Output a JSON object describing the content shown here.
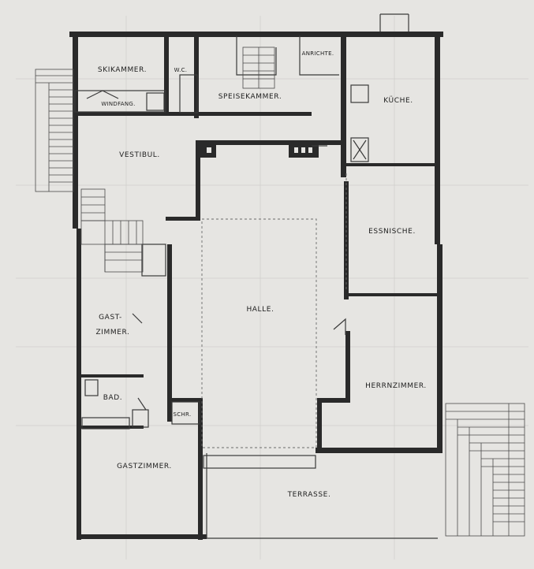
{
  "rooms": {
    "skikammer": "SKIKAMMER.",
    "wc": "W.C.",
    "speisekammer": "SPEISEKAMMER.",
    "anrichte": "ANRICHTE.",
    "kueche": "KÜCHE.",
    "windfang": "WINDFANG.",
    "vestibul": "VESTIBUL.",
    "essnische": "ESSNISCHE.",
    "halle": "HALLE.",
    "gastzimmer_1_line1": "GAST-",
    "gastzimmer_1_line2": "ZIMMER.",
    "bad": "BAD.",
    "schr": "SCHR.",
    "herrnzimmer": "HERRNZIMMER.",
    "gastzimmer_2": "GASTZIMMER.",
    "terrasse": "TERRASSE."
  },
  "colors": {
    "paper": "#e6e5e2",
    "wall": "#2a2a2a",
    "line": "#3a3a3a"
  }
}
